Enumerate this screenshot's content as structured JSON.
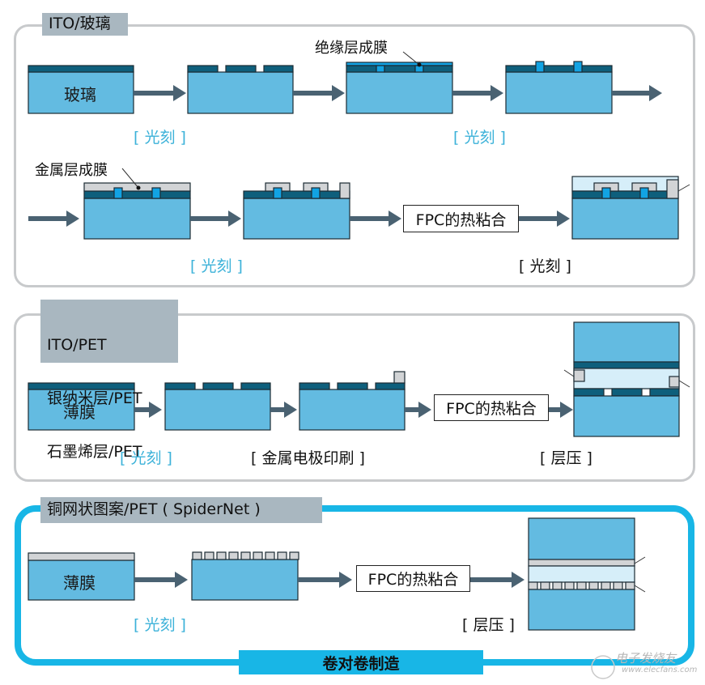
{
  "colors": {
    "substrate": "#63bbe1",
    "conductor": "#0e5f7c",
    "insulator": "#12a3e3",
    "metal": "#d2d4d6",
    "adhesive": "#d6eef9",
    "arrow": "#4a6272",
    "panel_border": "#c8cacc",
    "roll_border": "#18b6e6",
    "tag_bg": "#a9b7c0",
    "step_label_blue": "#3cb2d9"
  },
  "section1": {
    "tag": "ITO/玻璃",
    "substrate_label": "玻璃",
    "annotation_insulator": "绝缘层成膜",
    "annotation_metal": "金属层成膜",
    "step_label_1": "[ 光刻 ]",
    "step_label_2": "[ 光刻 ]",
    "step_label_3": "[ 光刻 ]",
    "step_label_4": "[ 光刻 ]",
    "process_box": "FPC的热粘合"
  },
  "section2": {
    "tag_lines": [
      "ITO/PET",
      "银纳米层/PET",
      "石墨烯层/PET"
    ],
    "substrate_label": "薄膜",
    "step_label_1": "[ 光刻 ]",
    "step_label_2": "[ 金属电极印刷 ]",
    "step_label_3": "[ 层压 ]",
    "process_box": "FPC的热粘合"
  },
  "section3": {
    "tag": "铜网状图案/PET ( SpiderNet )",
    "substrate_label": "薄膜",
    "step_label_1": "[ 光刻 ]",
    "step_label_2": "[ 层压 ]",
    "process_box": "FPC的热粘合",
    "banner": "卷对卷制造"
  },
  "watermark": {
    "brand": "电子发烧友",
    "url": "www.elecfans.com"
  }
}
